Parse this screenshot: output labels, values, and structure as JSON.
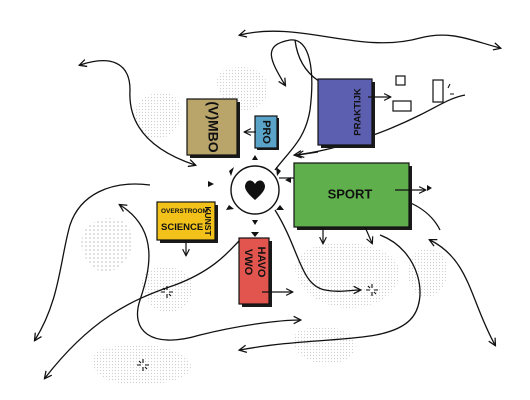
{
  "diagram": {
    "boxes": {
      "vmbo": {
        "label": "(V)MBO",
        "color": "#b9a46a"
      },
      "pro": {
        "label": "PRO",
        "color": "#5aa3c8"
      },
      "praktijk": {
        "label": "PRAKTIJK",
        "color": "#5c5fb0"
      },
      "sport": {
        "label": "SPORT",
        "color": "#5fb04d"
      },
      "havo_vwo": {
        "label_line1": "HAVO",
        "label_line2": "VWO",
        "color": "#e2554e"
      },
      "yellow": {
        "overstroom": "OVERSTROOM",
        "science": "SCIENCE",
        "kunst": "KUNST",
        "color": "#f2c21b"
      }
    },
    "center_icon": "heart-icon",
    "dot_pattern_color": "#cfcfcf",
    "line_color": "#111111"
  }
}
